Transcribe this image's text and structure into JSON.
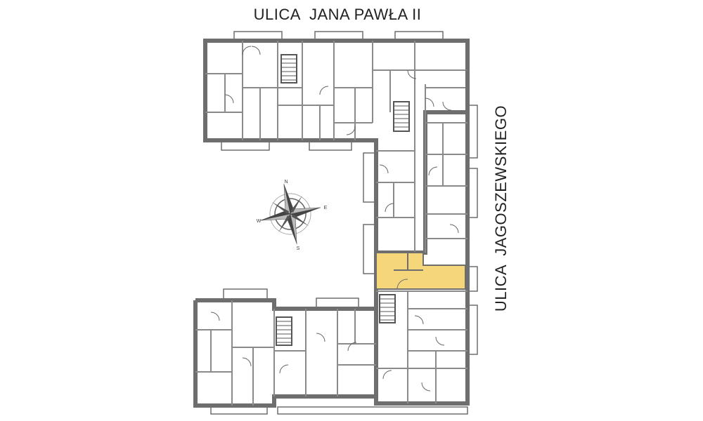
{
  "streets": {
    "north": "ULICA  JANA PAWŁA II",
    "east": "ULICA  JAGOSZEWSKIEGO"
  },
  "compass": {
    "north": "N",
    "east": "E",
    "south": "S",
    "west": "W"
  },
  "colors": {
    "wall": "#6e6e6e",
    "partition": "#8a8a8a",
    "highlight": "#f5d67a",
    "background": "#ffffff"
  },
  "highlighted_unit": "selected-apartment"
}
